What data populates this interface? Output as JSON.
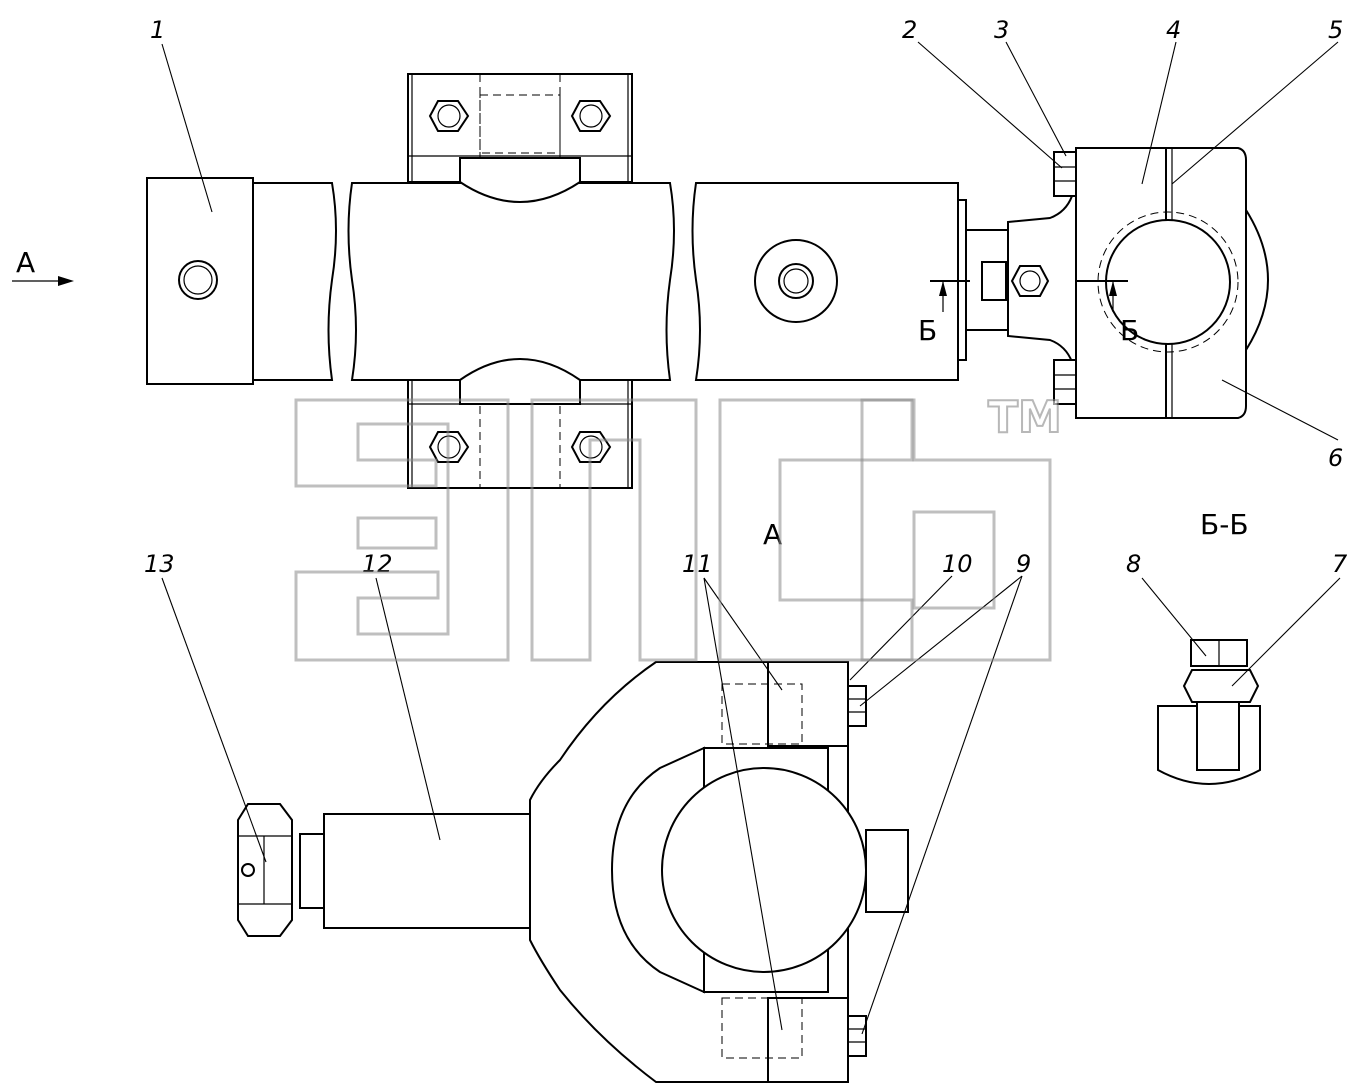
{
  "drawing": {
    "part_numbers": [
      "1",
      "2",
      "3",
      "4",
      "5",
      "6",
      "7",
      "8",
      "9",
      "10",
      "11",
      "12",
      "13"
    ],
    "view_arrow_label": "А",
    "view_label": "А",
    "section_marker_label": "Б",
    "section_title": "Б-Б",
    "watermark_text": "ТМ",
    "line_color": "#000000",
    "watermark_color": "#8a8a8a"
  }
}
